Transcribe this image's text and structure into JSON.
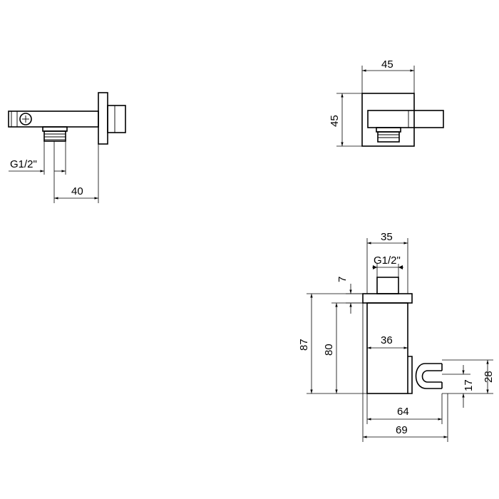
{
  "drawing": {
    "side_view": {
      "thread_label": "G1/2\"",
      "depth_dim": "40"
    },
    "front_view": {
      "width_dim": "45",
      "height_dim": "45"
    },
    "holder_view": {
      "top_width_dim": "35",
      "thread_label": "G1/2\"",
      "nipple_height_dim": "7",
      "total_height_dim": "87",
      "body_height_dim": "80",
      "body_width_dim": "36",
      "holder_height_dim": "28",
      "holder_offset_dim": "17",
      "depth_dim": "64",
      "total_depth_dim": "69"
    }
  }
}
